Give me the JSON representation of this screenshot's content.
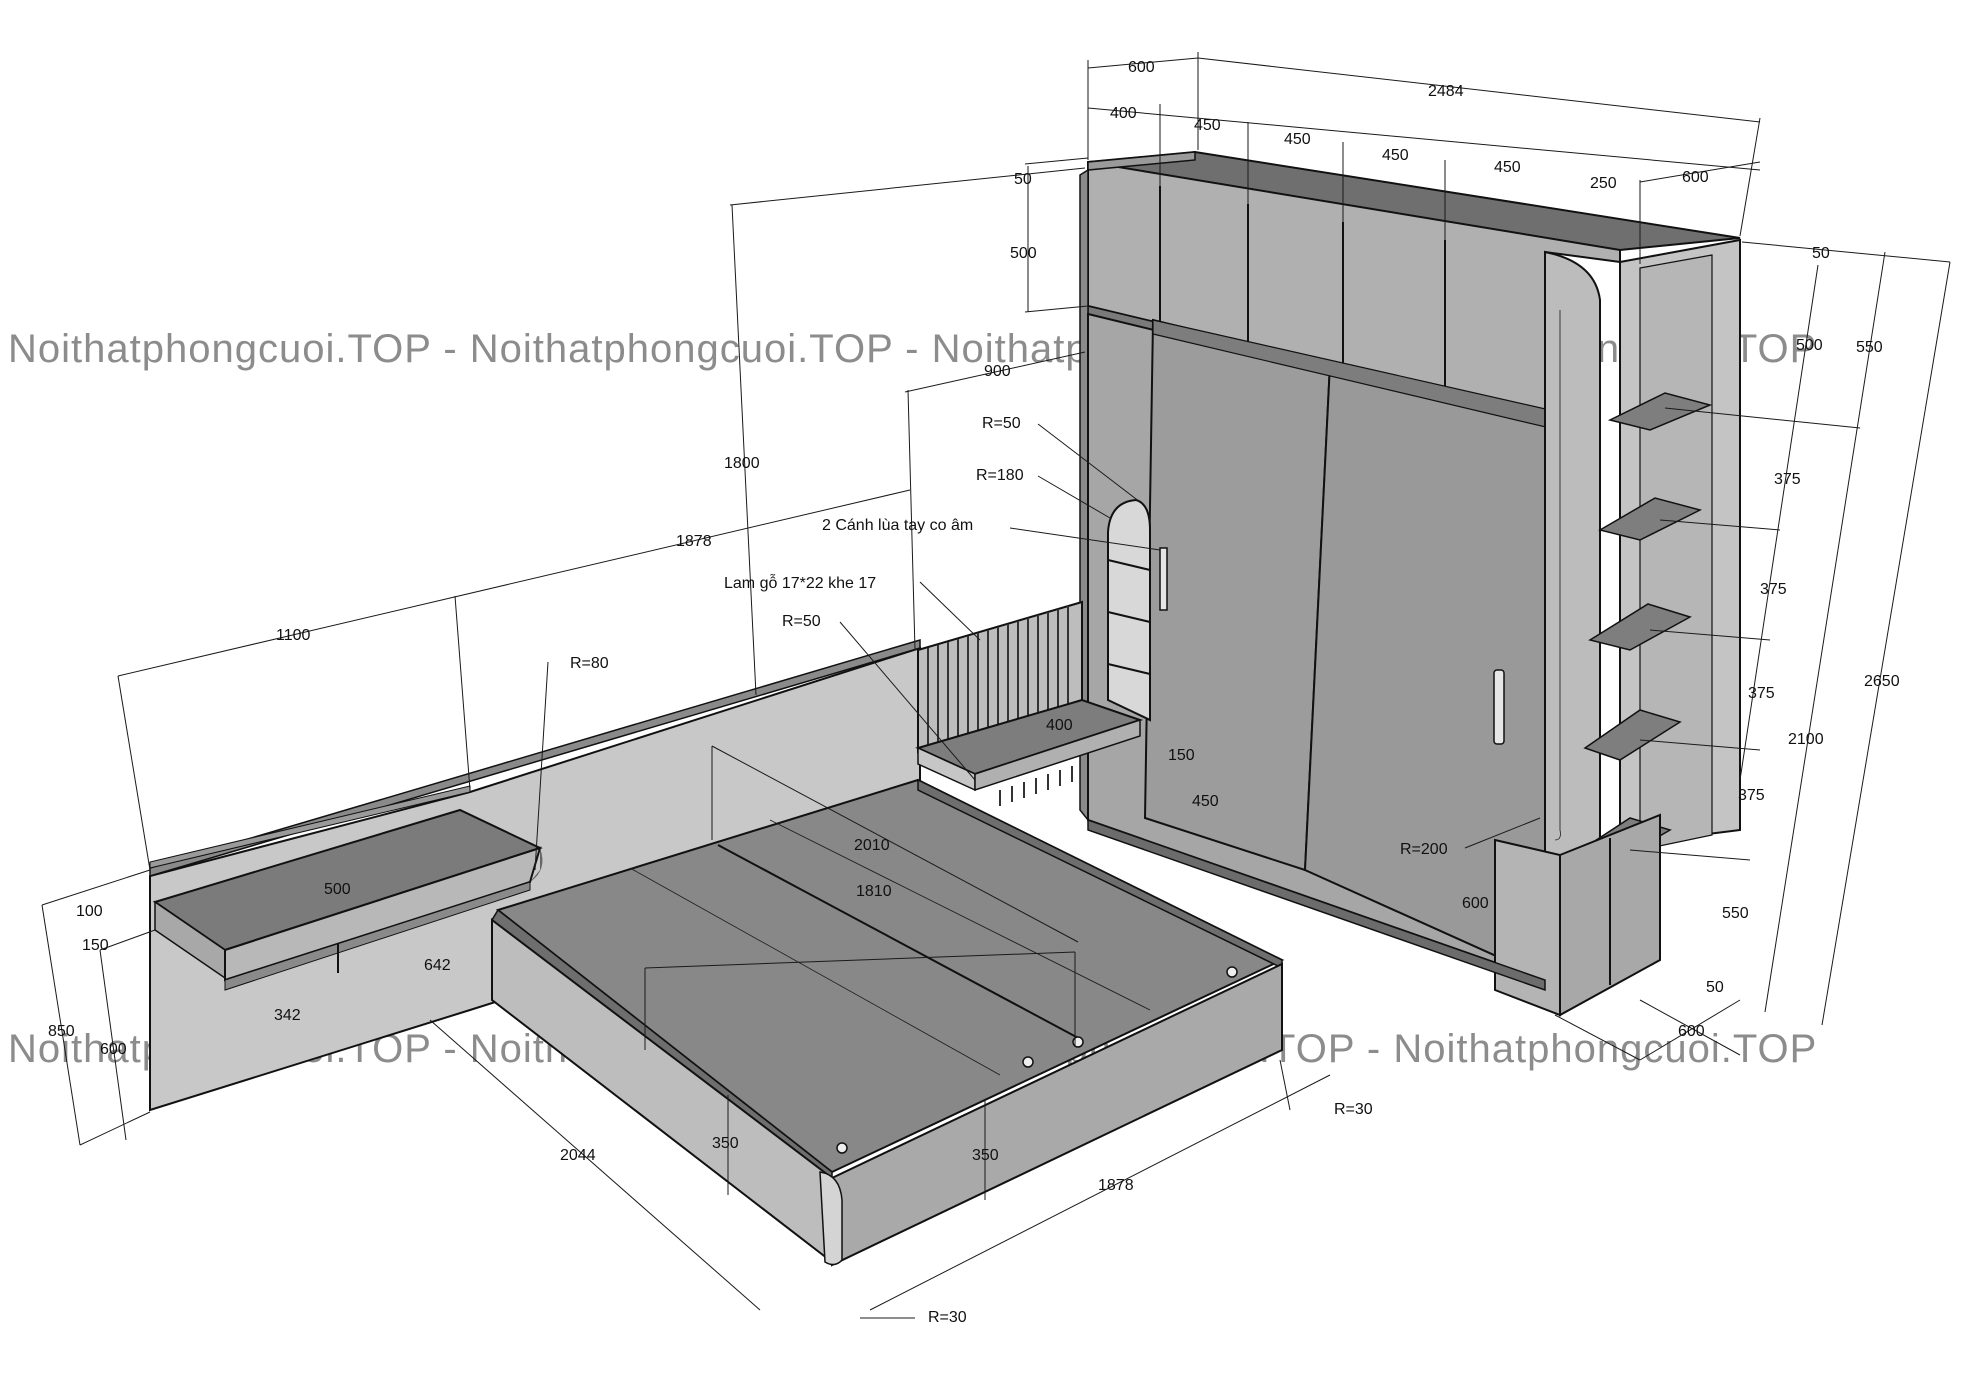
{
  "watermark": "Noithatphongcuoi.TOP - Noithatphongcuoi.TOP - Noithatphongcuoi.TOP - Noithatphongcuoi.TOP",
  "colors": {
    "dark_panel": "#6b6b6b",
    "mid_panel": "#8f8f8f",
    "light_panel": "#bdbdbd",
    "pale_panel": "#d6d6d6",
    "outline": "#111111",
    "watermark": "#8c8c8c"
  },
  "wardrobe": {
    "dims_top": [
      "600",
      "2484",
      "400",
      "450",
      "450",
      "450",
      "450",
      "250",
      "600"
    ],
    "dims_top_cabinet": [
      "50",
      "500"
    ],
    "dims_right_side": [
      "50",
      "500",
      "550",
      "375",
      "375",
      "375",
      "375",
      "2650",
      "2100",
      "550",
      "50",
      "600"
    ],
    "dims_lower": [
      "R=200",
      "600"
    ],
    "note_doors": "2 Cánh lùa tay co âm",
    "radius_top": "R=50",
    "radius_arch": "R=180"
  },
  "headboard": {
    "height": "1800",
    "width": "1878",
    "left_part": "1100",
    "shelf_depth": "900",
    "slat_note": "Lam gỗ 17*22 khe 17",
    "slat_radius": "R=50",
    "shelf_width": "400",
    "shelf_thickness": "150",
    "shelf_height": "450"
  },
  "desk": {
    "radius": "R=80",
    "depth": "500",
    "width": "642",
    "drawer": "342",
    "dims_left": [
      "100",
      "150",
      "850",
      "600"
    ]
  },
  "bed": {
    "length": "2010",
    "inner_width": "1810",
    "side_height": "350",
    "front_height": "350",
    "outer_length": "2044",
    "outer_width": "1878",
    "radius_back": "R=30",
    "radius_front": "R=30"
  }
}
